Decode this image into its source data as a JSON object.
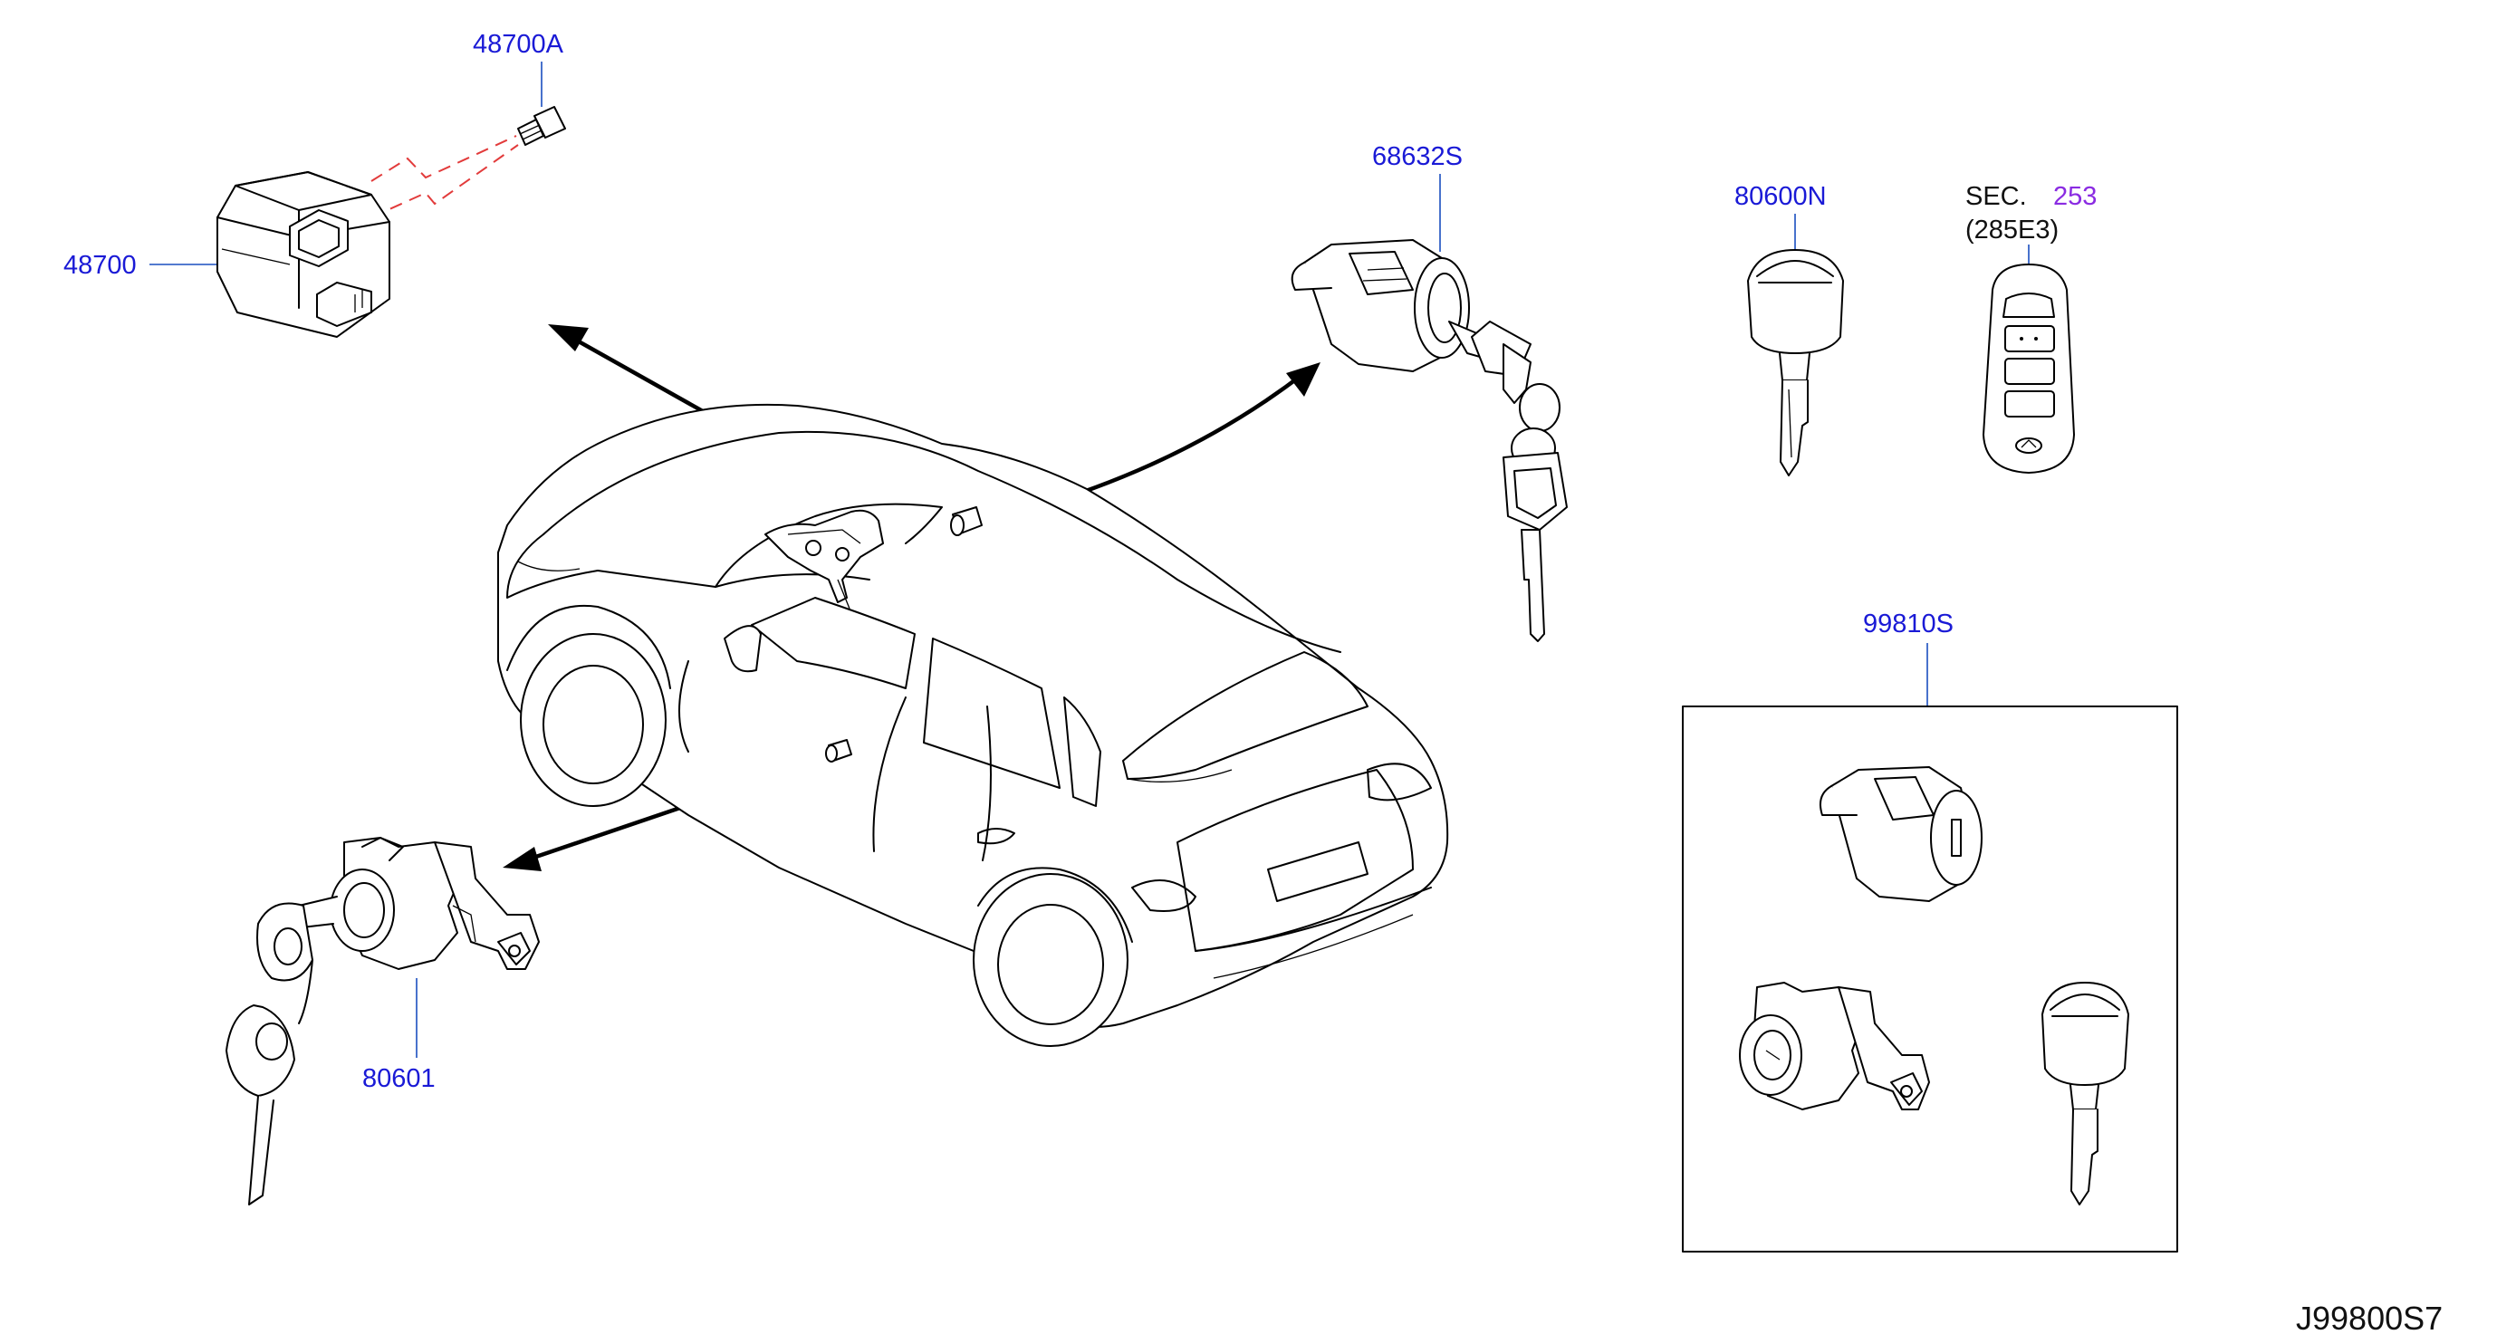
{
  "parts": [
    {
      "id": "p48700A",
      "number": "48700A"
    },
    {
      "id": "p48700",
      "number": "48700"
    },
    {
      "id": "p68632S",
      "number": "68632S"
    },
    {
      "id": "p80600N",
      "number": "80600N"
    },
    {
      "id": "p80601",
      "number": "80601"
    },
    {
      "id": "p99810S",
      "number": "99810S"
    }
  ],
  "section_ref": {
    "prefix": "SEC.",
    "number": "253",
    "sub": "(285E3)"
  },
  "figure_id": "J99800S7",
  "colors": {
    "callout": "#1a1ad6",
    "section": "#8a2be2",
    "leader": "#1a4fbf",
    "dashed": "#e23b3b",
    "line": "#000000"
  }
}
